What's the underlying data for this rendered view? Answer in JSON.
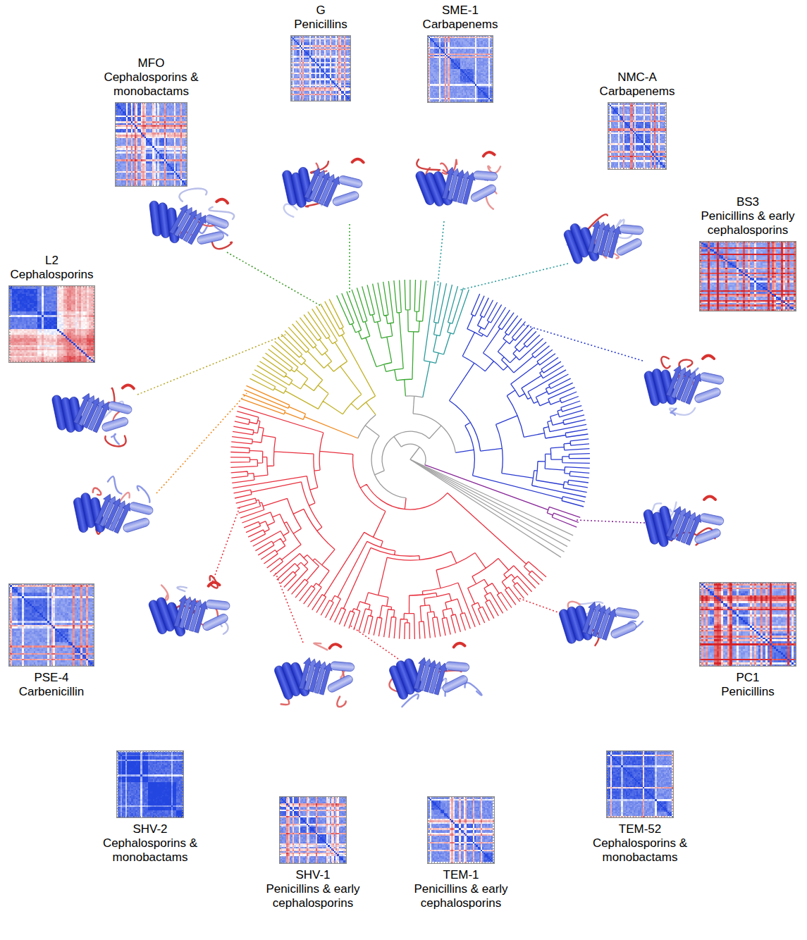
{
  "diagram": {
    "nodes": [
      {
        "text": [
          "G",
          "Penicillins"
        ]
      },
      {
        "text": [
          "SME-1",
          "Carbapenems"
        ]
      },
      {
        "text": [
          "MFO",
          "Cephalosporins & monobactams"
        ]
      },
      {
        "text": [
          "NMC-A",
          "Carbapenems"
        ]
      },
      {
        "text": [
          "L2",
          "Cephalosporins"
        ]
      },
      {
        "text": [
          "BS3",
          "Penicillins & early cephalosporins"
        ]
      },
      {
        "text": [
          "PSE-4",
          "Carbenicillin"
        ]
      },
      {
        "text": [
          "PC1",
          "Penicillins"
        ]
      },
      {
        "text": [
          "SHV-2",
          "Cephalosporins & monobactams"
        ]
      },
      {
        "text": [
          "TEM-52",
          "Cephalosporins & monobactams"
        ]
      },
      {
        "text": [
          "SHV-1",
          "Penicillins & early cephalosporins"
        ]
      },
      {
        "text": [
          "TEM-1",
          "Penicillins & early cephalosporins"
        ]
      }
    ]
  }
}
